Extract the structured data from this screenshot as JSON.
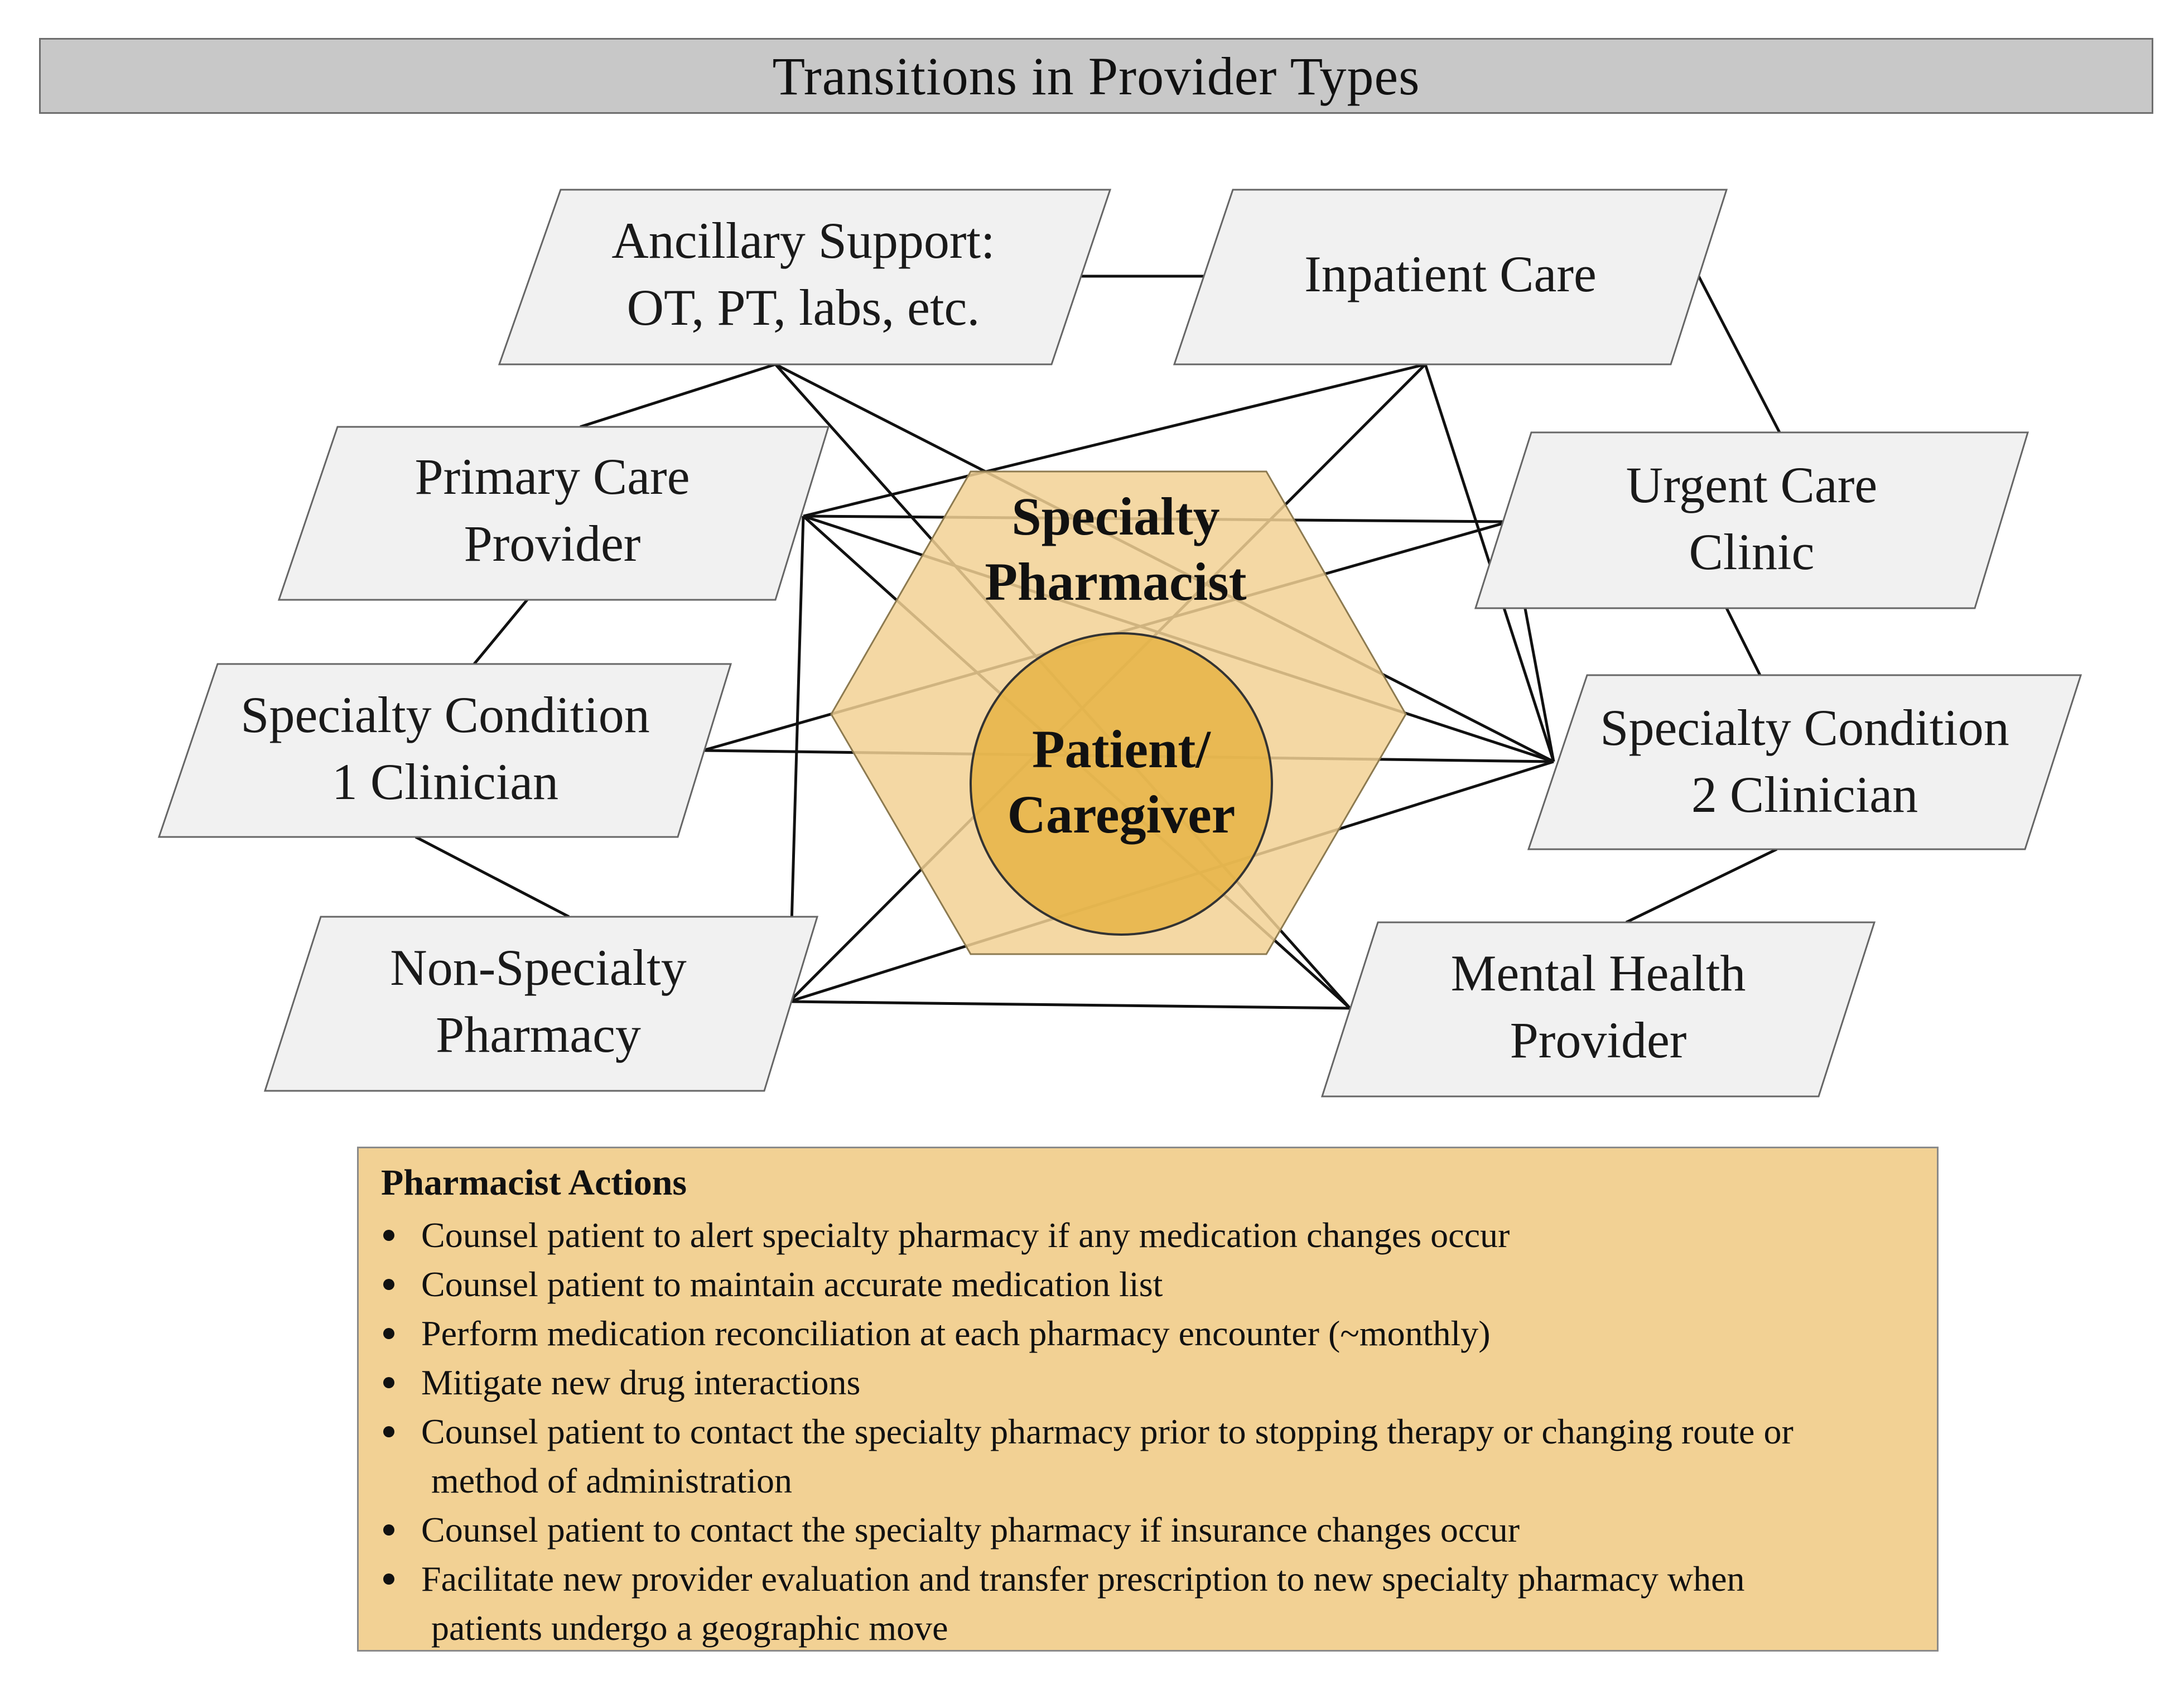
{
  "title": "Transitions in Provider Types",
  "hub": {
    "outer_lines": [
      "Specialty",
      "Pharmacist"
    ],
    "inner_lines": [
      "Patient/",
      "Caregiver"
    ]
  },
  "nodes": {
    "ancillary": [
      "Ancillary Support:",
      "OT, PT, labs, etc."
    ],
    "inpatient": [
      "Inpatient Care"
    ],
    "primary": [
      "Primary Care",
      "Provider"
    ],
    "urgent": [
      "Urgent Care",
      "Clinic"
    ],
    "spec1": [
      "Specialty Condition",
      "1 Clinician"
    ],
    "spec2": [
      "Specialty Condition",
      "2 Clinician"
    ],
    "nonspec": [
      "Non-Specialty",
      "Pharmacy"
    ],
    "mental": [
      "Mental Health",
      "Provider"
    ]
  },
  "colors": {
    "node_fill": "#f1f1f1",
    "hexagon_fill": "#f2d194",
    "circle_fill": "#e6b445",
    "actions_fill": "#f2d194",
    "title_fill": "#c8c8c8"
  },
  "actions": {
    "heading": "Pharmacist Actions",
    "items": [
      {
        "line1": "Counsel patient to alert specialty pharmacy if any medication changes occur",
        "line2": ""
      },
      {
        "line1": "Counsel patient to maintain accurate medication list",
        "line2": ""
      },
      {
        "line1": "Perform medication reconciliation at each pharmacy encounter (~monthly)",
        "line2": ""
      },
      {
        "line1": "Mitigate new drug interactions",
        "line2": ""
      },
      {
        "line1": "Counsel patient to contact the specialty pharmacy prior to stopping therapy or changing route or",
        "line2": "method of administration"
      },
      {
        "line1": "Counsel patient to contact the specialty pharmacy if insurance changes occur",
        "line2": ""
      },
      {
        "line1": "Facilitate new provider evaluation and transfer prescription to new specialty pharmacy when",
        "line2": "patients undergo a geographic move"
      }
    ]
  }
}
